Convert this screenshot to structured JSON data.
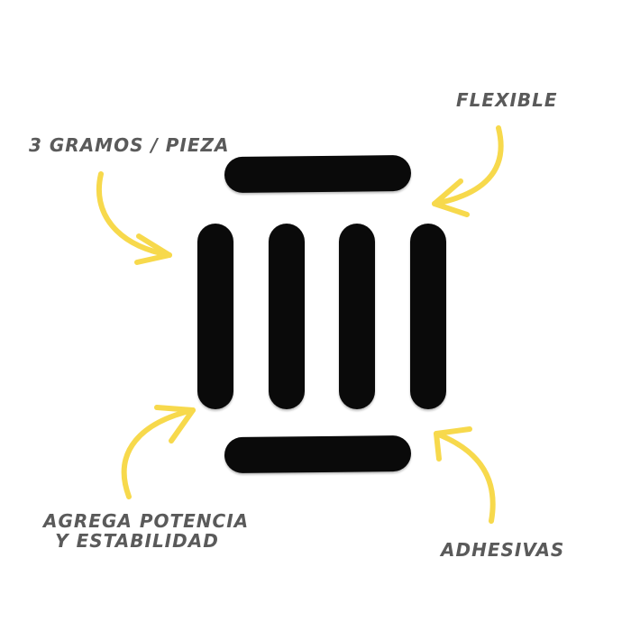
{
  "labels": {
    "weight": "3 GRAMOS / PIEZA",
    "flexible": "FLEXIBLE",
    "power_line1": "AGREGA POTENCIA",
    "power_line2": "Y ESTABILIDAD",
    "adhesive": "ADHESIVAS"
  },
  "colors": {
    "background": "#ffffff",
    "strip": "#0a0a0a",
    "arrow": "#f7d94c",
    "text": "#5a5a5a"
  },
  "icons": {
    "arrow": "hand-drawn-curved-arrow-icon",
    "strip": "rounded-bar-shape"
  }
}
